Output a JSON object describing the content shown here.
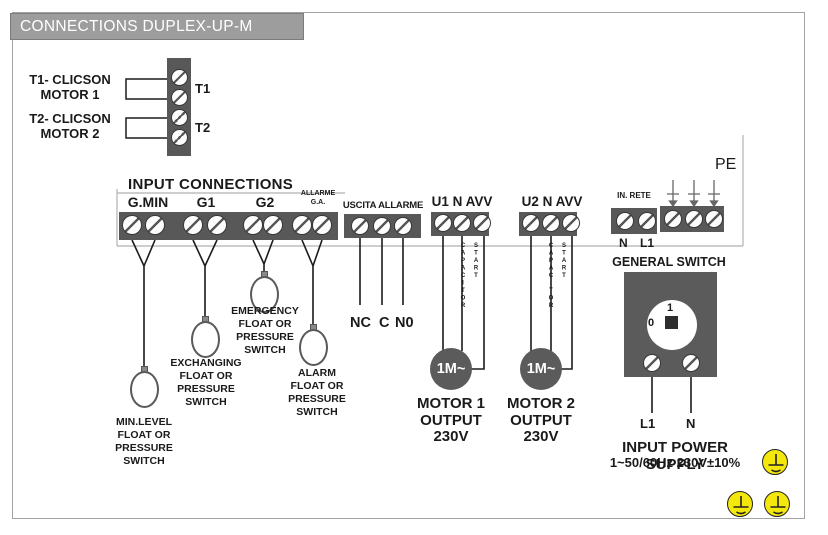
{
  "title": "CONNECTIONS DUPLEX-UP-M",
  "thermal": {
    "motor1": "T1- CLICSON\nMOTOR 1",
    "motor2": "T2- CLICSON\nMOTOR 2",
    "t1": "T1",
    "t2": "T2"
  },
  "input": {
    "heading": "INPUT CONNECTIONS",
    "gmin": "G.MIN",
    "g1": "G1",
    "g2": "G2",
    "ga": "ALLARME\nG.A.",
    "floats": {
      "min": "MIN.LEVEL\nFLOAT OR\nPRESSURE\nSWITCH",
      "exchanging": "EXCHANGING\nFLOAT OR\nPRESSURE\nSWITCH",
      "emergency": "EMERGENCY\nFLOAT OR\nPRESSURE\nSWITCH",
      "alarm": "ALARM\nFLOAT OR\nPRESSURE\nSWITCH"
    }
  },
  "alarm_out": {
    "label": "USCITA ALLARME",
    "nc": "NC",
    "c": "C",
    "n0": "N0"
  },
  "motor1": {
    "terminals": "U1 N AVV",
    "capacitor": "START CAPACITOR",
    "symbol": "1M~",
    "label": "MOTOR 1\nOUTPUT\n230V"
  },
  "motor2": {
    "terminals": "U2 N AVV",
    "capacitor": "START CAPACITOR",
    "symbol": "1M~",
    "label": "MOTOR 2\nOUTPUT\n230V"
  },
  "mains": {
    "in_rete": "IN. RETE",
    "n": "N",
    "l1": "L1",
    "pe": "PE"
  },
  "general_switch": {
    "heading": "GENERAL SWITCH",
    "on": "1",
    "off": "0",
    "l1": "L1",
    "n": "N"
  },
  "power": {
    "line1": "INPUT POWER SUPPLY",
    "line2": "1~50/60Hz 230V±10%"
  },
  "colors": {
    "strip_gray": "#585858",
    "title_gray": "#9d9d9d",
    "float_red": "#c0392b",
    "earth_yellow": "#f4e70c"
  }
}
